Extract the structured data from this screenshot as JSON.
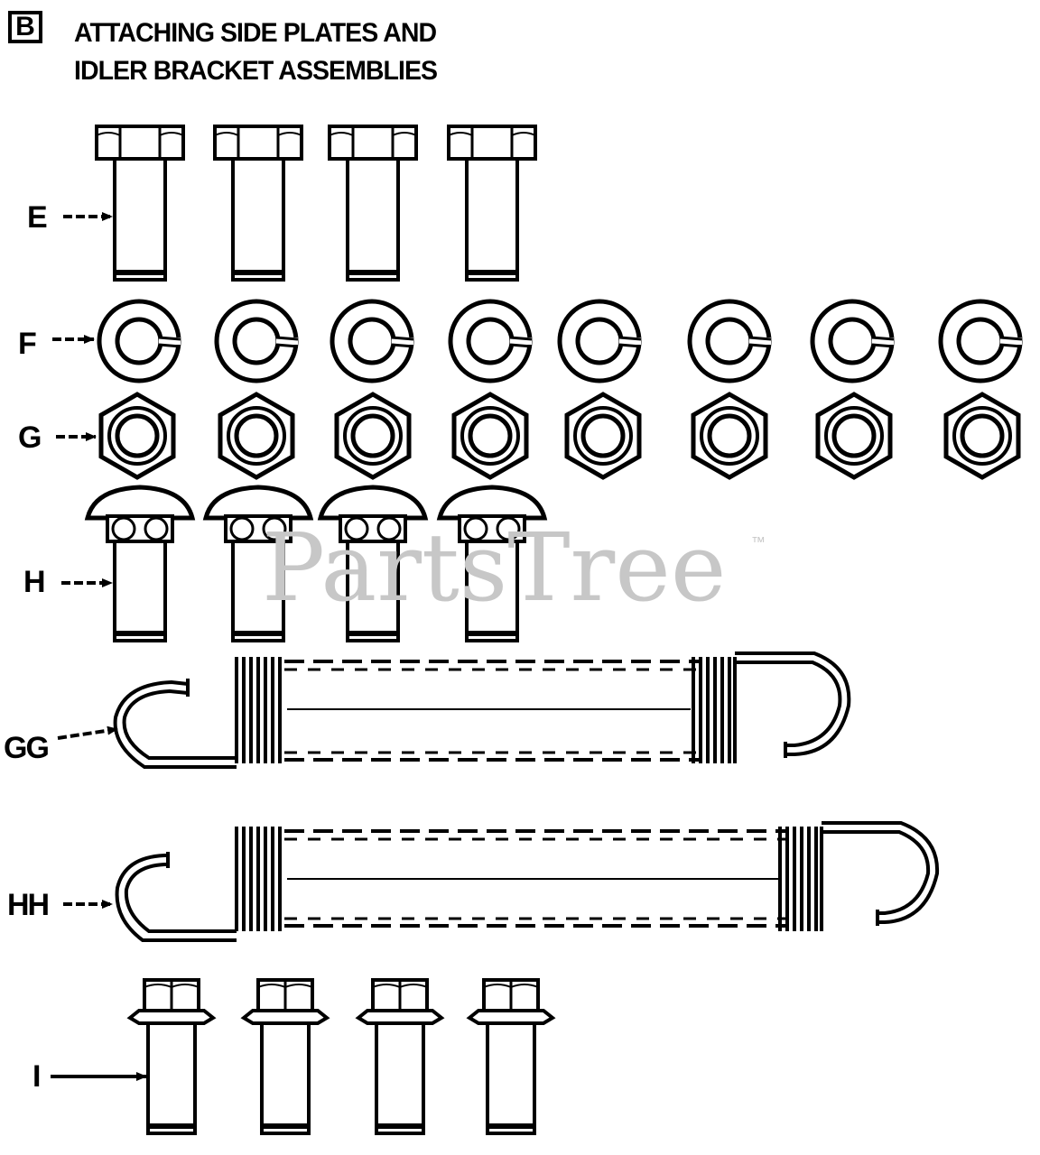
{
  "section": "B",
  "title": {
    "line1": "ATTACHING SIDE PLATES  AND",
    "line2": "IDLER BRACKET ASSEMBLIES"
  },
  "watermark": {
    "text": "PartsTree",
    "trademark": "™"
  },
  "rows": [
    {
      "label": "E",
      "part": "hex-head-bolt",
      "count": 4
    },
    {
      "label": "F",
      "part": "lock-washer",
      "count": 8
    },
    {
      "label": "G",
      "part": "hex-nut",
      "count": 8
    },
    {
      "label": "H",
      "part": "carriage-bolt",
      "count": 4
    },
    {
      "label": "GG",
      "part": "extension-spring",
      "count": 1
    },
    {
      "label": "HH",
      "part": "extension-spring",
      "count": 1
    },
    {
      "label": "I",
      "part": "flange-head-bolt",
      "count": 4
    }
  ]
}
